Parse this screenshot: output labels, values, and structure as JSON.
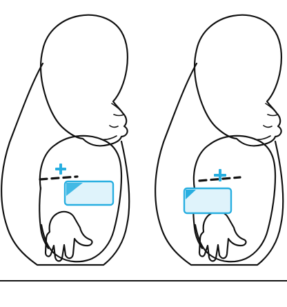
{
  "figure": {
    "panels": [
      {
        "panel": "left",
        "mark": "plus-sign",
        "patch_placement": "offset-right",
        "corner_tab": "top-left"
      },
      {
        "panel": "right",
        "mark": "plus-sign",
        "patch_placement": "centered",
        "corner_tab": "top-left"
      }
    ],
    "colors": {
      "outline": "#111111",
      "accent": "#27aee0",
      "patch_fill": "#dff3fb",
      "patch_tab": "#27aee0",
      "background": "#ffffff"
    },
    "icons": [
      "plus-icon",
      "patch-icon",
      "arm-guide-dash"
    ]
  }
}
